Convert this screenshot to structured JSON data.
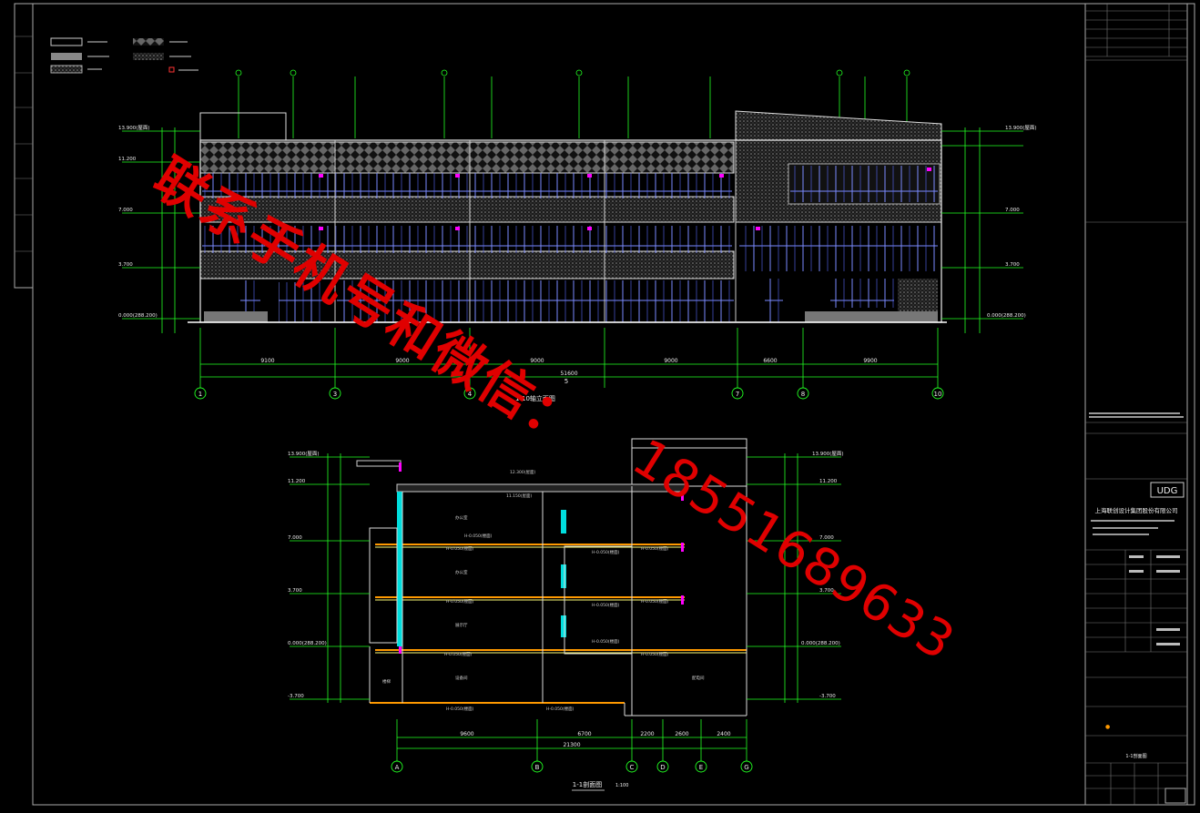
{
  "elevation": {
    "title": "1-10轴立面图",
    "elev_labels": [
      "13.900(屋面)",
      "11.200",
      "7.000",
      "3.700",
      "0.000(288.200)"
    ],
    "dims": [
      "9100",
      "9000",
      "9000",
      "9000",
      "6600",
      "9900"
    ],
    "axes": [
      "1",
      "3",
      "4",
      "5",
      "7",
      "8",
      "10"
    ],
    "total_dim": "51600"
  },
  "section": {
    "title": "1-1剖面图",
    "scale": "1:100",
    "elev_labels": [
      "13.900(屋面)",
      "11.200",
      "7.000",
      "3.700",
      "0.000(288.200)",
      "-3.700"
    ],
    "dims": [
      "9600",
      "6700",
      "2200",
      "2600",
      "2400"
    ],
    "axes": [
      "A",
      "B",
      "C",
      "D",
      "E",
      "G"
    ],
    "total_dim": "21300"
  },
  "title_block": {
    "firm": "上海联创设计集团股份有限公司",
    "logo": "UDG",
    "drawing_title": "1-1剖面图"
  },
  "watermark": {
    "line1": "联系手机号和微信：",
    "phone": "18551689633"
  },
  "colors": {
    "background": "#000000",
    "line": "#ffffff",
    "dim": "#00ff00",
    "accent": "#ff00ff",
    "glass": "#4a6aff",
    "watermark": "#e00000"
  }
}
